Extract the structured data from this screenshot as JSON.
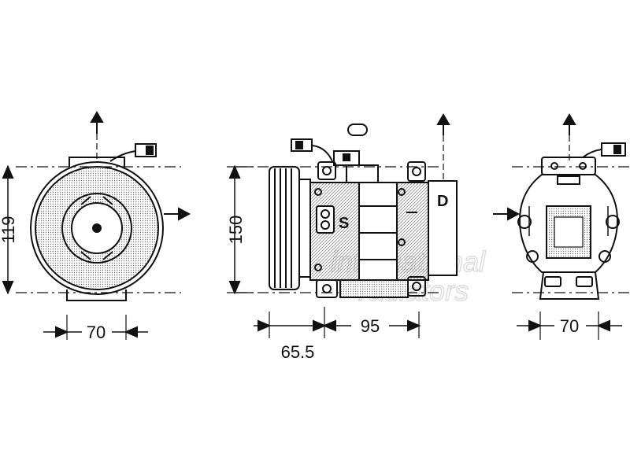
{
  "diagram": {
    "front_view": {
      "height_label": "119",
      "width_label": "70"
    },
    "side_view": {
      "height_label": "150",
      "pulley_to_mount_label": "65.5",
      "mount_span_label": "95",
      "port_s_label": "S",
      "port_d_label": "D"
    },
    "rear_view": {
      "width_label": "70"
    },
    "watermark": {
      "line1": "international",
      "line2": "radiators"
    },
    "colors": {
      "line": "#111111",
      "hatch": "#888888",
      "watermark": "#d6d6d6"
    }
  }
}
